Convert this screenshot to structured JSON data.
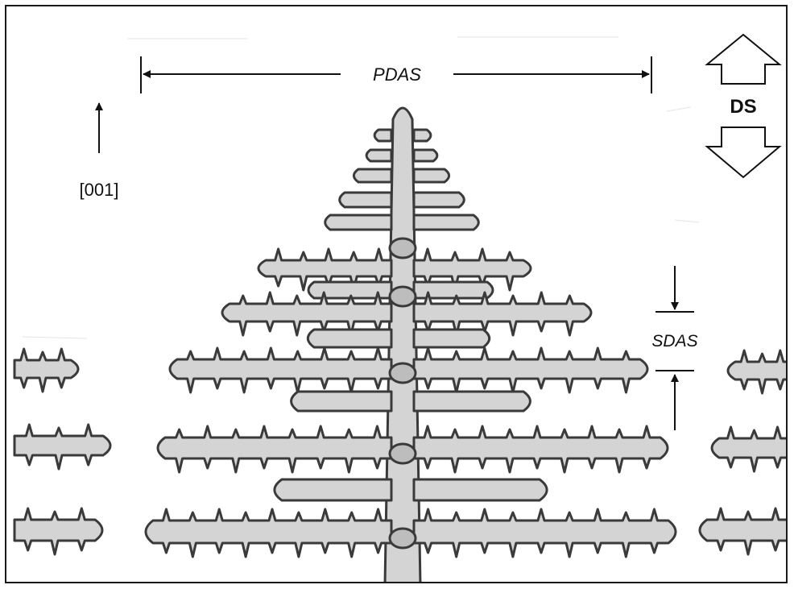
{
  "labels": {
    "pdas": "PDAS",
    "sdas": "SDAS",
    "ds": "DS",
    "direction": "[001]"
  },
  "colors": {
    "ink": "#111111",
    "dendrite_fill": "#cfcfcf",
    "dendrite_stroke": "#3a3a3a",
    "background": "#ffffff"
  }
}
